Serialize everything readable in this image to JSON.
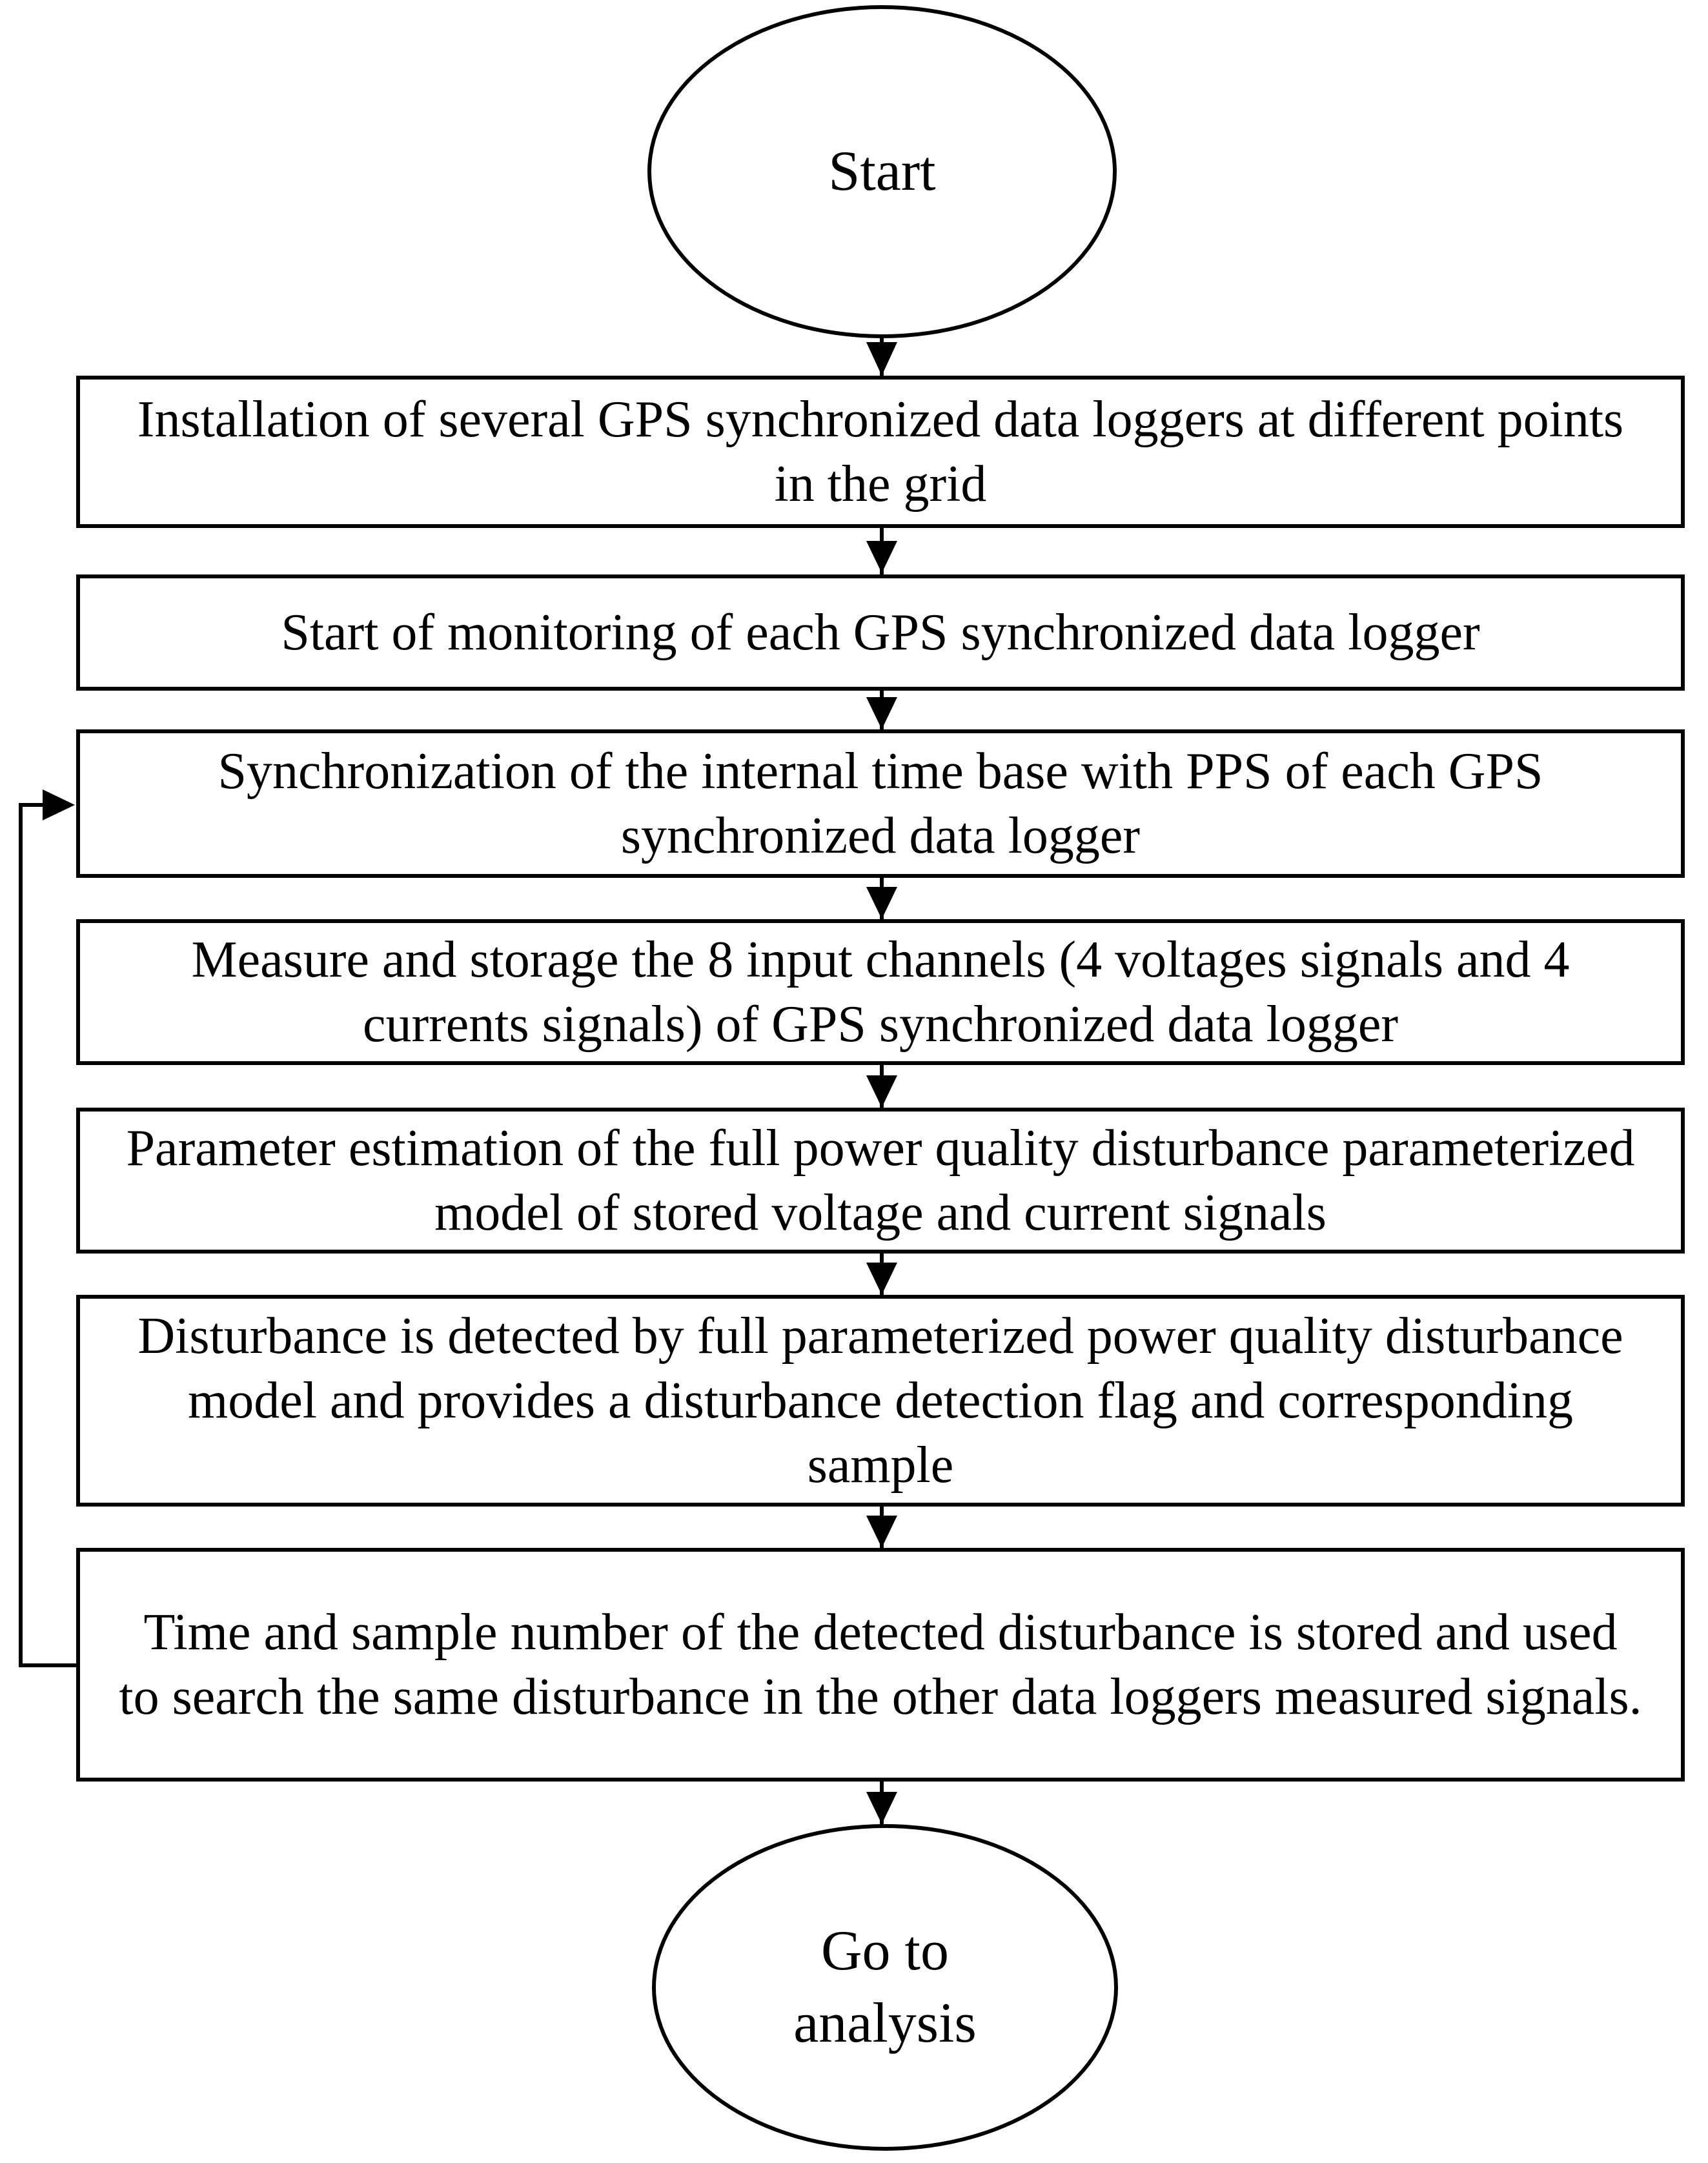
{
  "flowchart": {
    "start": "Start",
    "steps": [
      "Installation of several GPS synchronized data loggers at different points in the grid",
      "Start of monitoring of each GPS synchronized data logger",
      "Synchronization of the internal time base with PPS of each GPS synchronized data logger",
      "Measure and storage the 8 input channels (4 voltages signals and 4 currents signals) of GPS synchronized data logger",
      "Parameter estimation of the full power quality disturbance parameterized model of stored voltage and current signals",
      "Disturbance is detected by full parameterized power quality disturbance model and provides a disturbance detection flag and corresponding sample",
      "Time and sample number of the detected disturbance is stored and used to search the same disturbance in the other data loggers measured signals."
    ],
    "end": "Go to analysis",
    "loop": {
      "from_step": 7,
      "to_step": 3
    }
  },
  "colors": {
    "stroke": "#000000",
    "background": "#ffffff"
  }
}
